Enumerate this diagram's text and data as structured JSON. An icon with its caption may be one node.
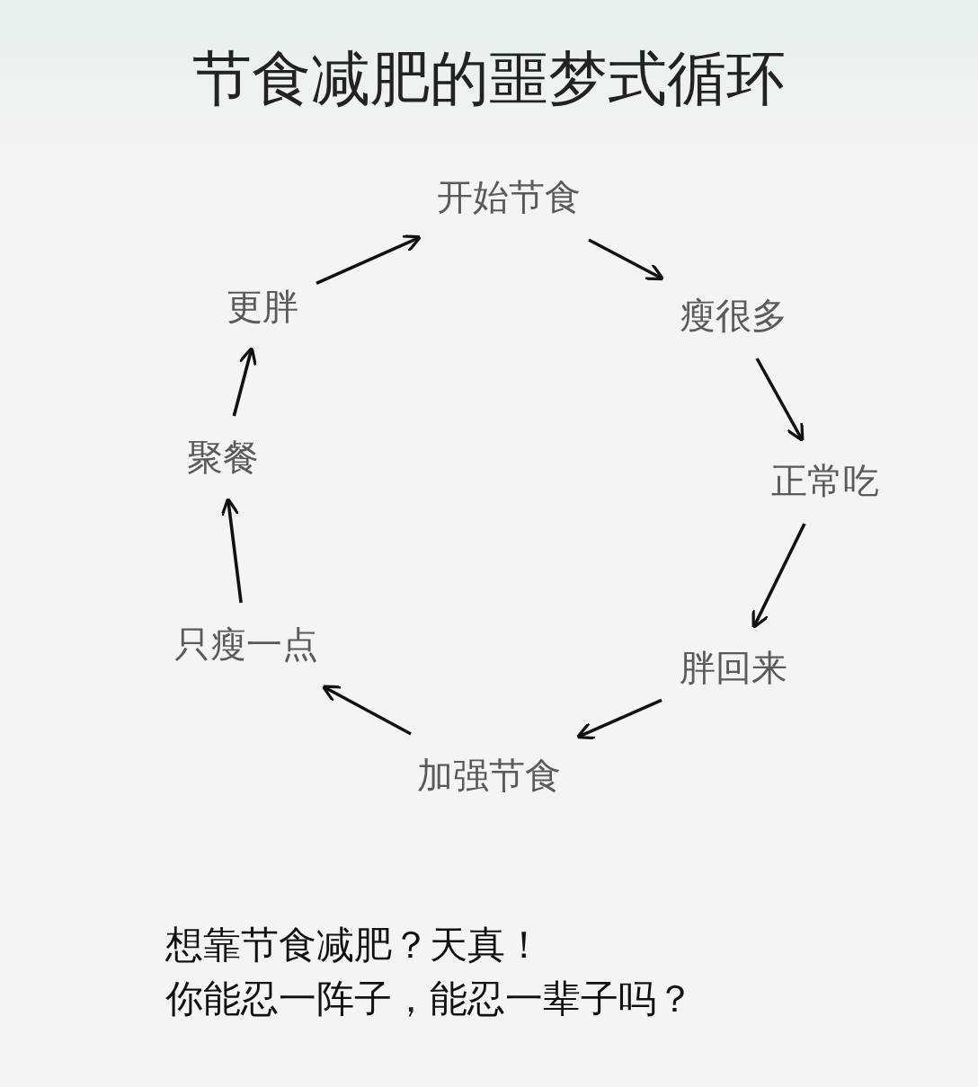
{
  "diagram": {
    "title": "节食减肥的噩梦式循环",
    "nodes": [
      {
        "text": [
          "开始节食"
        ]
      },
      {
        "text": [
          "瘦很多"
        ]
      },
      {
        "text": [
          "正常吃"
        ]
      },
      {
        "text": [
          "胖回来"
        ]
      },
      {
        "text": [
          "加强节食"
        ]
      },
      {
        "text": [
          "只瘦一点"
        ]
      },
      {
        "text": [
          "聚餐"
        ]
      },
      {
        "text": [
          "更胖"
        ]
      }
    ],
    "edges": [
      {
        "from": 0,
        "to": 1,
        "arrow": "to"
      },
      {
        "from": 1,
        "to": 2,
        "arrow": "to"
      },
      {
        "from": 2,
        "to": 3,
        "arrow": "to"
      },
      {
        "from": 3,
        "to": 4,
        "arrow": "to"
      },
      {
        "from": 4,
        "to": 5,
        "arrow": "to"
      },
      {
        "from": 5,
        "to": 6,
        "arrow": "to"
      },
      {
        "from": 6,
        "to": 7,
        "arrow": "to"
      },
      {
        "from": 7,
        "to": 0,
        "arrow": "to"
      }
    ],
    "labels": [
      "想靠节食减肥？天真！",
      "你能忍一阵子，能忍一辈子吗？"
    ]
  }
}
